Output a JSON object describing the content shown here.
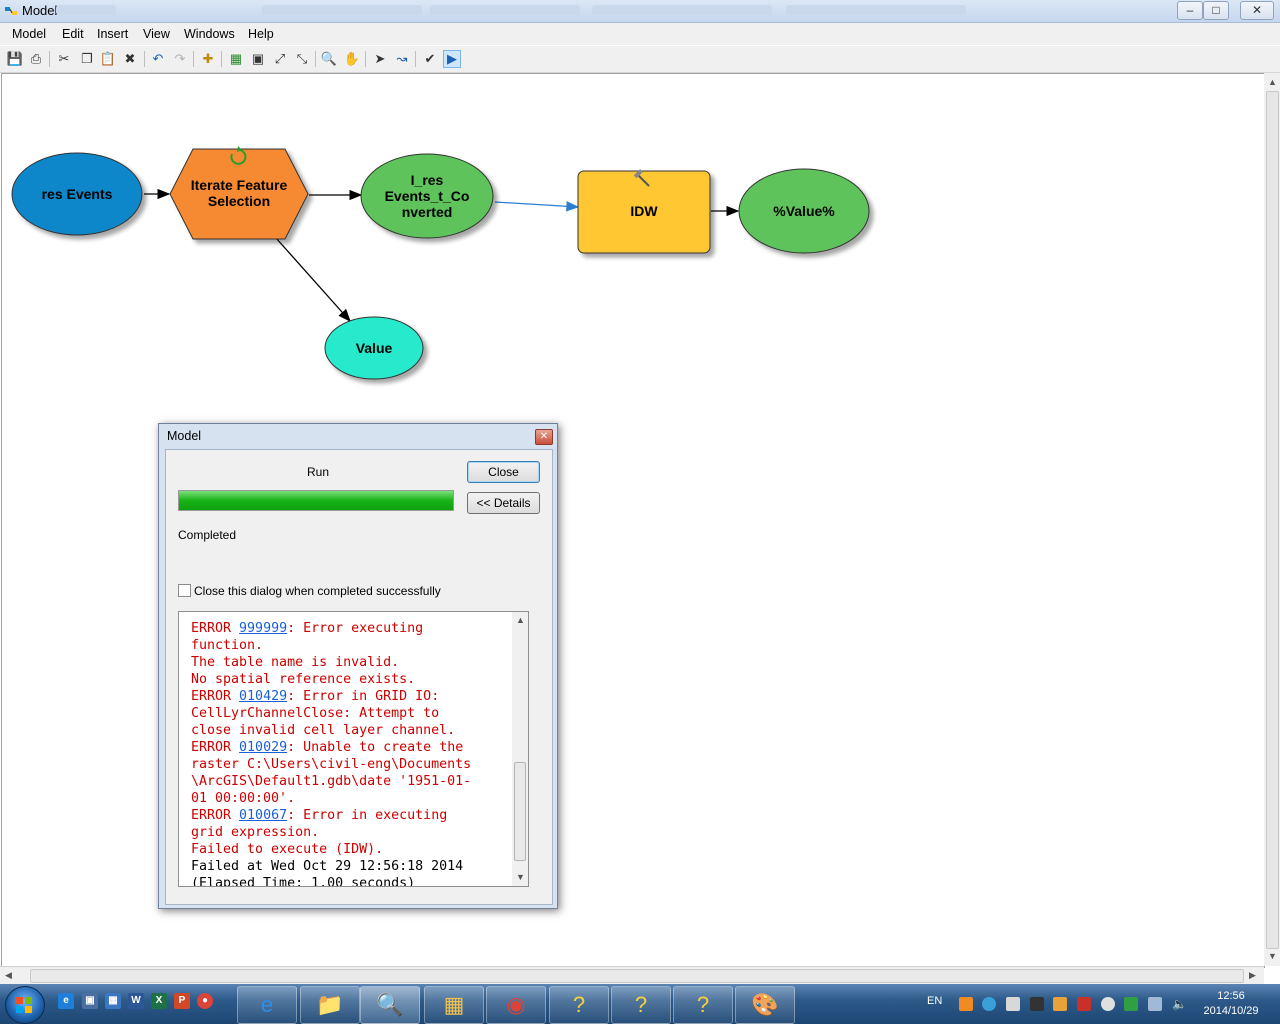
{
  "window": {
    "title": "Model",
    "minimize": "–",
    "maximize": "□",
    "close": "✕"
  },
  "menu": [
    "Model",
    "Edit",
    "Insert",
    "View",
    "Windows",
    "Help"
  ],
  "toolbar": {
    "icons": [
      "save-icon",
      "print-icon",
      "cut-icon",
      "copy-icon",
      "paste-icon",
      "delete-icon",
      "undo-icon",
      "redo-icon",
      "add-data-icon",
      "auto-layout-icon",
      "full-extent-icon",
      "fit-to-window-icon",
      "zoom-extent-icon",
      "zoom-in-icon",
      "pan-icon",
      "select-icon",
      "connect-icon",
      "validate-icon",
      "run-icon"
    ]
  },
  "diagram": {
    "nodes": {
      "res_events": {
        "label": "res Events",
        "color": "#1187c9"
      },
      "iterate": {
        "label_line1": "Iterate Feature",
        "label_line2": "Selection",
        "color": "#f68a33"
      },
      "converted": {
        "label_line1": "I_res",
        "label_line2": "Events_t_Co",
        "label_line3": "nverted",
        "color": "#5fc35b"
      },
      "idw": {
        "label": "IDW",
        "color": "#ffc832"
      },
      "value_out": {
        "label": "%Value%",
        "color": "#5fc35b"
      },
      "value": {
        "label": "Value",
        "color": "#25eacb"
      }
    }
  },
  "dialog": {
    "title": "Model",
    "run_label": "Run",
    "progress_fraction": 1.0,
    "close_button": "Close",
    "details_button": "<< Details",
    "status": "Completed",
    "checkbox_label": "Close this dialog when completed successfully",
    "checkbox_checked": false,
    "log": [
      {
        "type": "err",
        "prefix": "ERROR ",
        "code": "999999",
        "text": ": Error executing"
      },
      {
        "type": "err",
        "text": "function."
      },
      {
        "type": "err",
        "text": "The table name is invalid."
      },
      {
        "type": "err",
        "text": "No spatial reference exists."
      },
      {
        "type": "err",
        "prefix": "ERROR ",
        "code": "010429",
        "text": ": Error in GRID IO:"
      },
      {
        "type": "err",
        "text": "CellLyrChannelClose: Attempt to"
      },
      {
        "type": "err",
        "text": "close invalid cell layer channel."
      },
      {
        "type": "err",
        "prefix": "ERROR ",
        "code": "010029",
        "text": ": Unable to create the"
      },
      {
        "type": "err",
        "text": "raster C:\\Users\\civil-eng\\Documents"
      },
      {
        "type": "err",
        "text": "\\ArcGIS\\Default1.gdb\\date '1951-01-"
      },
      {
        "type": "err",
        "text": "01 00:00:00'."
      },
      {
        "type": "err",
        "prefix": "ERROR ",
        "code": "010067",
        "text": ": Error in executing"
      },
      {
        "type": "err",
        "text": "grid expression."
      },
      {
        "type": "err",
        "text": "Failed to execute (IDW)."
      },
      {
        "type": "ok",
        "text": "Failed at Wed Oct 29 12:56:18 2014"
      },
      {
        "type": "ok",
        "text": "(Elapsed Time: 1.00 seconds)"
      }
    ]
  },
  "taskbar": {
    "lang": "EN",
    "time": "12:56",
    "date": "2014/10/29"
  }
}
